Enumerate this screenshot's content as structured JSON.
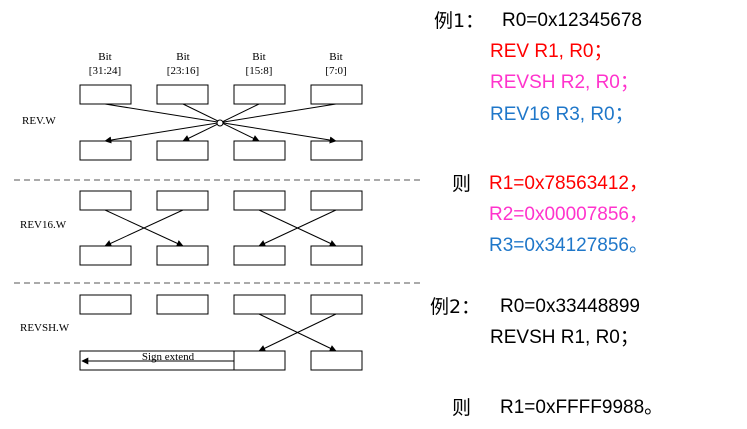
{
  "diagram": {
    "bit_word": "Bit",
    "bit_ranges": [
      "[31:24]",
      "[23:16]",
      "[15:8]",
      "[7:0]"
    ],
    "sections": [
      {
        "label": "REV.W"
      },
      {
        "label": "REV16.W"
      },
      {
        "label": "REVSH.W"
      }
    ],
    "sign_extend_label": "Sign extend"
  },
  "example1": {
    "heading": "例1：",
    "init": "R0=0x12345678",
    "instructions": [
      {
        "text": "REV   R1, R0；",
        "color": "#ff0000"
      },
      {
        "text": "REVSH  R2, R0；",
        "color": "#ff33cc"
      },
      {
        "text": "REV16 R3, R0；",
        "color": "#1f77c9"
      }
    ],
    "then_label": "则",
    "results": [
      {
        "text": "R1=0x78563412，",
        "color": "#ff0000"
      },
      {
        "text": "R2=0x00007856，",
        "color": "#ff33cc"
      },
      {
        "text": "R3=0x34127856。",
        "color": "#1f77c9"
      }
    ]
  },
  "example2": {
    "heading": "例2：",
    "init": "R0=0x33448899",
    "instruction": "REVSH R1, R0；",
    "then_label": "则",
    "result": "R1=0xFFFF9988。"
  },
  "colors": {
    "red": "#ff0000",
    "magenta": "#ff33cc",
    "blue": "#1f77c9",
    "text": "#000000"
  }
}
